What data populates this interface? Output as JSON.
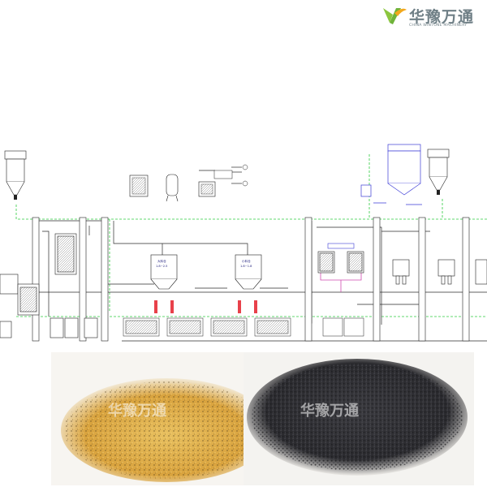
{
  "brand": {
    "name_cn": "华豫万通",
    "name_en": "CHINA WINTONE MACHINERY",
    "color_green": "#8cc63f",
    "color_gray": "#6f7f86"
  },
  "diagram": {
    "line_colors": {
      "air": "#2ecc40",
      "material": "#2b2b2b",
      "equipment": "#1a1a1a",
      "oil": "#d04bb0",
      "control": "#3b3bd6"
    },
    "bin_large_label": "大料仓",
    "bin_small_label": "小料仓",
    "bin_large_spec": "1.8~2.5",
    "bin_small_spec": "1.8~1.8"
  },
  "photos": {
    "left_watermark": "华豫万通",
    "right_watermark": "华豫万通",
    "left_color": "#e3b44a",
    "right_color": "#2f2f33"
  }
}
